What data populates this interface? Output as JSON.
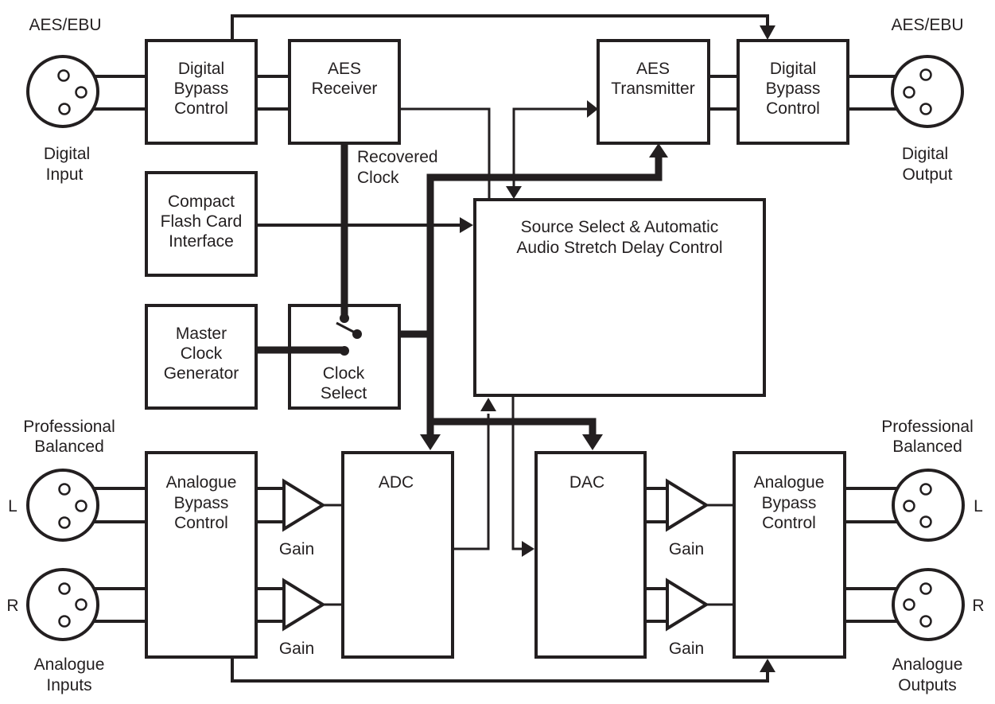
{
  "diagram": {
    "colors": {
      "ink": "#231f20",
      "background": "#ffffff"
    },
    "blocks": {
      "digital_bypass_in": [
        "Digital",
        "Bypass",
        "Control"
      ],
      "aes_receiver": [
        "AES",
        "Receiver"
      ],
      "aes_transmitter": [
        "AES",
        "Transmitter"
      ],
      "digital_bypass_out": [
        "Digital",
        "Bypass",
        "Control"
      ],
      "compact_flash": [
        "Compact",
        "Flash Card",
        "Interface"
      ],
      "master_clock": [
        "Master",
        "Clock",
        "Generator"
      ],
      "clock_select": [
        "Clock",
        "Select"
      ],
      "source_select": [
        "Source Select & Automatic",
        "Audio Stretch Delay Control"
      ],
      "analogue_bypass_in": [
        "Analogue",
        "Bypass",
        "Control"
      ],
      "adc": [
        "ADC"
      ],
      "dac": [
        "DAC"
      ],
      "analogue_bypass_out": [
        "Analogue",
        "Bypass",
        "Control"
      ]
    },
    "labels": {
      "aes_ebu_in": "AES/EBU",
      "aes_ebu_out": "AES/EBU",
      "digital_input": [
        "Digital",
        "Input"
      ],
      "digital_output": [
        "Digital",
        "Output"
      ],
      "recovered_clock": [
        "Recovered",
        "Clock"
      ],
      "pro_balanced_in": [
        "Professional",
        "Balanced"
      ],
      "pro_balanced_out": [
        "Professional",
        "Balanced"
      ],
      "analogue_inputs": [
        "Analogue",
        "Inputs"
      ],
      "analogue_outputs": [
        "Analogue",
        "Outputs"
      ],
      "channel_left": "L",
      "channel_right": "R",
      "gain": "Gain"
    },
    "connectors": [
      {
        "id": "digital-input",
        "type": "XLR",
        "direction": "input"
      },
      {
        "id": "digital-output",
        "type": "XLR",
        "direction": "output"
      },
      {
        "id": "analogue-input-left",
        "type": "XLR",
        "direction": "input",
        "channel": "L"
      },
      {
        "id": "analogue-input-right",
        "type": "XLR",
        "direction": "input",
        "channel": "R"
      },
      {
        "id": "analogue-output-left",
        "type": "XLR",
        "direction": "output",
        "channel": "L"
      },
      {
        "id": "analogue-output-right",
        "type": "XLR",
        "direction": "output",
        "channel": "R"
      }
    ]
  }
}
